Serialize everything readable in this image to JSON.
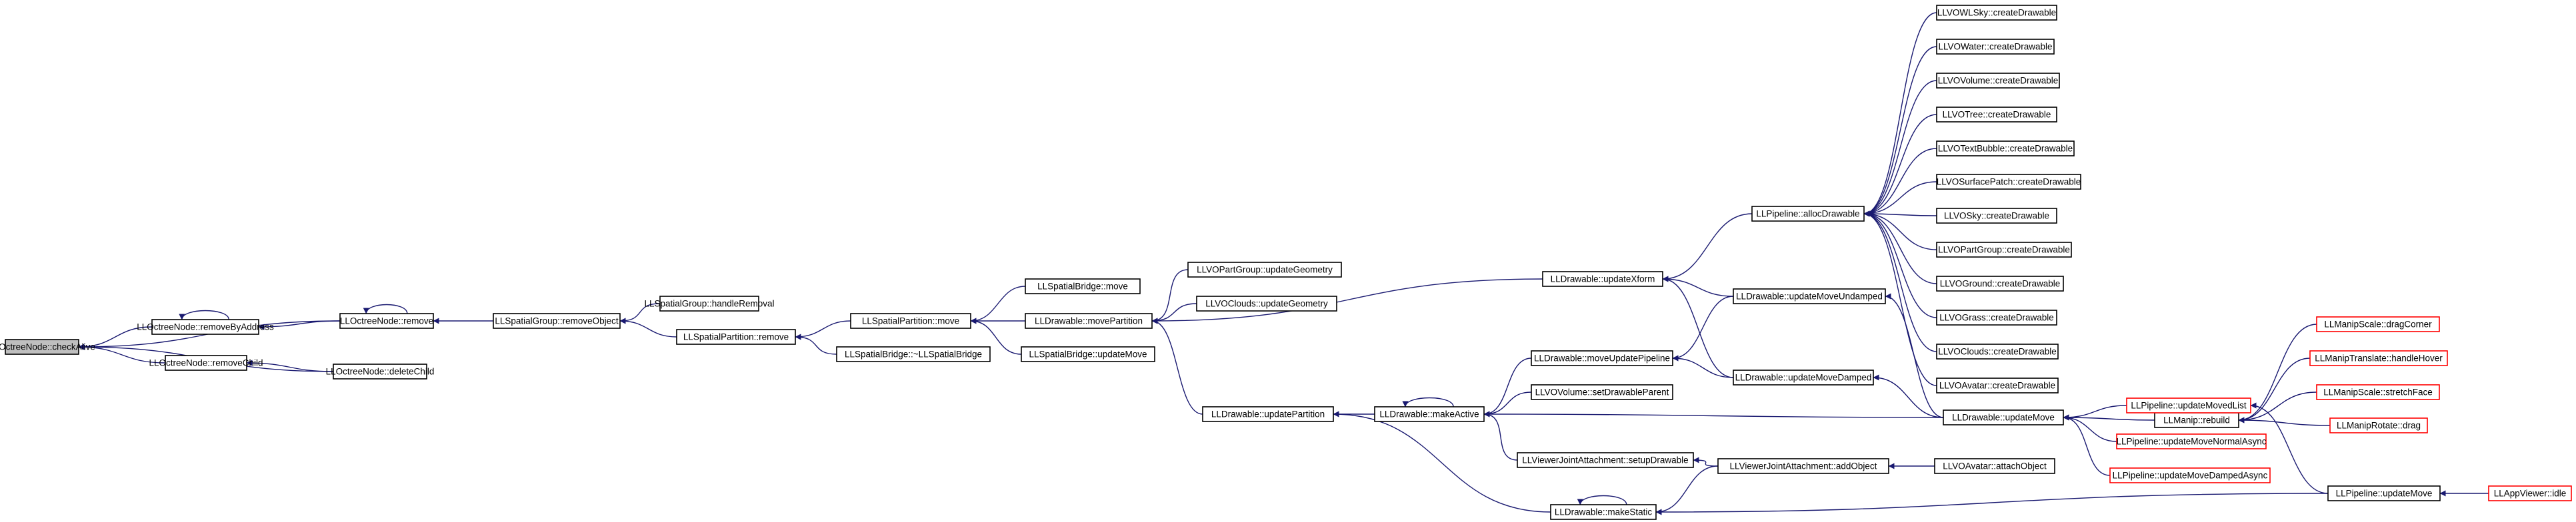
{
  "graph": {
    "colors": {
      "edge": "#191970",
      "node_border": "#000000",
      "truncated_border": "#ff0000",
      "root_fill": "#bfbfbf",
      "background": "#ffffff"
    },
    "nodes": [
      {
        "id": "checkAlive",
        "label": "LLOctreeNode::checkAlive",
        "style": "root"
      },
      {
        "id": "removeByAddress",
        "label": "LLOctreeNode::removeByAddress"
      },
      {
        "id": "removeChild",
        "label": "LLOctreeNode::removeChild"
      },
      {
        "id": "octreeRemove",
        "label": "LLOctreeNode::remove"
      },
      {
        "id": "deleteChild",
        "label": "LLOctreeNode::deleteChild"
      },
      {
        "id": "removeObject",
        "label": "LLSpatialGroup::removeObject"
      },
      {
        "id": "handleRemoval",
        "label": "LLSpatialGroup::handleRemoval"
      },
      {
        "id": "partRemove",
        "label": "LLSpatialPartition::remove"
      },
      {
        "id": "partMove",
        "label": "LLSpatialPartition::move"
      },
      {
        "id": "bridgeDtor",
        "label": "LLSpatialBridge::~LLSpatialBridge"
      },
      {
        "id": "bridgeMove",
        "label": "LLSpatialBridge::move"
      },
      {
        "id": "movePartition",
        "label": "LLDrawable::movePartition"
      },
      {
        "id": "bridgeUpdateMove",
        "label": "LLSpatialBridge::updateMove"
      },
      {
        "id": "partGroupUpdateGeom",
        "label": "LLVOPartGroup::updateGeometry"
      },
      {
        "id": "cloudsUpdateGeom",
        "label": "LLVOClouds::updateGeometry"
      },
      {
        "id": "updatePartition",
        "label": "LLDrawable::updatePartition"
      },
      {
        "id": "makeActive",
        "label": "LLDrawable::makeActive"
      },
      {
        "id": "makeStatic",
        "label": "LLDrawable::makeStatic"
      },
      {
        "id": "moveUpdatePipeline",
        "label": "LLDrawable::moveUpdatePipeline"
      },
      {
        "id": "setDrawableParent",
        "label": "LLVOVolume::setDrawableParent"
      },
      {
        "id": "setupDrawable",
        "label": "LLViewerJointAttachment::setupDrawable"
      },
      {
        "id": "addObject",
        "label": "LLViewerJointAttachment::addObject"
      },
      {
        "id": "attachObject",
        "label": "LLVOAvatar::attachObject"
      },
      {
        "id": "updateXform",
        "label": "LLDrawable::updateXform"
      },
      {
        "id": "allocDrawable",
        "label": "LLPipeline::allocDrawable"
      },
      {
        "id": "updateMoveUndamped",
        "label": "LLDrawable::updateMoveUndamped"
      },
      {
        "id": "updateMoveDamped",
        "label": "LLDrawable::updateMoveDamped"
      },
      {
        "id": "drawableUpdateMove",
        "label": "LLDrawable::updateMove"
      },
      {
        "id": "wlskyCreate",
        "label": "LLVOWLSky::createDrawable"
      },
      {
        "id": "waterCreate",
        "label": "LLVOWater::createDrawable"
      },
      {
        "id": "volumeCreate",
        "label": "LLVOVolume::createDrawable"
      },
      {
        "id": "treeCreate",
        "label": "LLVOTree::createDrawable"
      },
      {
        "id": "textBubbleCreate",
        "label": "LLVOTextBubble::createDrawable"
      },
      {
        "id": "surfacePatchCreate",
        "label": "LLVOSurfacePatch::createDrawable"
      },
      {
        "id": "skyCreate",
        "label": "LLVOSky::createDrawable"
      },
      {
        "id": "partGroupCreate",
        "label": "LLVOPartGroup::createDrawable"
      },
      {
        "id": "groundCreate",
        "label": "LLVOGround::createDrawable"
      },
      {
        "id": "grassCreate",
        "label": "LLVOGrass::createDrawable"
      },
      {
        "id": "cloudsCreate",
        "label": "LLVOClouds::createDrawable"
      },
      {
        "id": "avatarCreate",
        "label": "LLVOAvatar::createDrawable"
      },
      {
        "id": "manipRebuild",
        "label": "LLManip::rebuild"
      },
      {
        "id": "updateMovedList",
        "label": "LLPipeline::updateMovedList",
        "style": "truncated"
      },
      {
        "id": "updateMoveNormalAsync",
        "label": "LLPipeline::updateMoveNormalAsync",
        "style": "truncated"
      },
      {
        "id": "updateMoveDampedAsync",
        "label": "LLPipeline::updateMoveDampedAsync",
        "style": "truncated"
      },
      {
        "id": "pipelineUpdateMove",
        "label": "LLPipeline::updateMove"
      },
      {
        "id": "appViewerIdle",
        "label": "LLAppViewer::idle",
        "style": "truncated"
      },
      {
        "id": "dragCorner",
        "label": "LLManipScale::dragCorner",
        "style": "truncated"
      },
      {
        "id": "handleHover",
        "label": "LLManipTranslate::handleHover",
        "style": "truncated"
      },
      {
        "id": "stretchFace",
        "label": "LLManipScale::stretchFace",
        "style": "truncated"
      },
      {
        "id": "rotateDrag",
        "label": "LLManipRotate::drag",
        "style": "truncated"
      }
    ],
    "edges": [
      [
        "removeByAddress",
        "checkAlive"
      ],
      [
        "removeChild",
        "checkAlive"
      ],
      [
        "octreeRemove",
        "checkAlive"
      ],
      [
        "deleteChild",
        "checkAlive"
      ],
      [
        "removeByAddress",
        "removeByAddress"
      ],
      [
        "octreeRemove",
        "removeByAddress"
      ],
      [
        "deleteChild",
        "removeChild"
      ],
      [
        "octreeRemove",
        "octreeRemove"
      ],
      [
        "removeObject",
        "octreeRemove"
      ],
      [
        "handleRemoval",
        "removeObject"
      ],
      [
        "partRemove",
        "removeObject"
      ],
      [
        "partMove",
        "partRemove"
      ],
      [
        "bridgeDtor",
        "partRemove"
      ],
      [
        "bridgeMove",
        "partMove"
      ],
      [
        "movePartition",
        "partMove"
      ],
      [
        "bridgeUpdateMove",
        "partMove"
      ],
      [
        "partGroupUpdateGeom",
        "movePartition"
      ],
      [
        "cloudsUpdateGeom",
        "movePartition"
      ],
      [
        "updatePartition",
        "movePartition"
      ],
      [
        "updateXform",
        "movePartition"
      ],
      [
        "makeActive",
        "updatePartition"
      ],
      [
        "makeStatic",
        "updatePartition"
      ],
      [
        "makeActive",
        "makeActive"
      ],
      [
        "moveUpdatePipeline",
        "makeActive"
      ],
      [
        "setDrawableParent",
        "makeActive"
      ],
      [
        "setupDrawable",
        "makeActive"
      ],
      [
        "drawableUpdateMove",
        "makeActive"
      ],
      [
        "makeStatic",
        "makeStatic"
      ],
      [
        "addObject",
        "makeStatic"
      ],
      [
        "pipelineUpdateMove",
        "makeStatic"
      ],
      [
        "updateMoveUndamped",
        "moveUpdatePipeline"
      ],
      [
        "updateMoveDamped",
        "moveUpdatePipeline"
      ],
      [
        "addObject",
        "setupDrawable"
      ],
      [
        "attachObject",
        "addObject"
      ],
      [
        "allocDrawable",
        "updateXform"
      ],
      [
        "updateMoveUndamped",
        "updateXform"
      ],
      [
        "updateMoveDamped",
        "updateXform"
      ],
      [
        "wlskyCreate",
        "allocDrawable"
      ],
      [
        "waterCreate",
        "allocDrawable"
      ],
      [
        "volumeCreate",
        "allocDrawable"
      ],
      [
        "treeCreate",
        "allocDrawable"
      ],
      [
        "textBubbleCreate",
        "allocDrawable"
      ],
      [
        "surfacePatchCreate",
        "allocDrawable"
      ],
      [
        "skyCreate",
        "allocDrawable"
      ],
      [
        "partGroupCreate",
        "allocDrawable"
      ],
      [
        "groundCreate",
        "allocDrawable"
      ],
      [
        "grassCreate",
        "allocDrawable"
      ],
      [
        "cloudsCreate",
        "allocDrawable"
      ],
      [
        "avatarCreate",
        "allocDrawable"
      ],
      [
        "drawableUpdateMove",
        "updateMoveUndamped"
      ],
      [
        "drawableUpdateMove",
        "updateMoveDamped"
      ],
      [
        "manipRebuild",
        "drawableUpdateMove"
      ],
      [
        "updateMovedList",
        "drawableUpdateMove"
      ],
      [
        "updateMoveNormalAsync",
        "drawableUpdateMove"
      ],
      [
        "updateMoveDampedAsync",
        "drawableUpdateMove"
      ],
      [
        "dragCorner",
        "manipRebuild"
      ],
      [
        "handleHover",
        "manipRebuild"
      ],
      [
        "stretchFace",
        "manipRebuild"
      ],
      [
        "rotateDrag",
        "manipRebuild"
      ],
      [
        "pipelineUpdateMove",
        "updateMovedList"
      ],
      [
        "appViewerIdle",
        "pipelineUpdateMove"
      ]
    ]
  }
}
